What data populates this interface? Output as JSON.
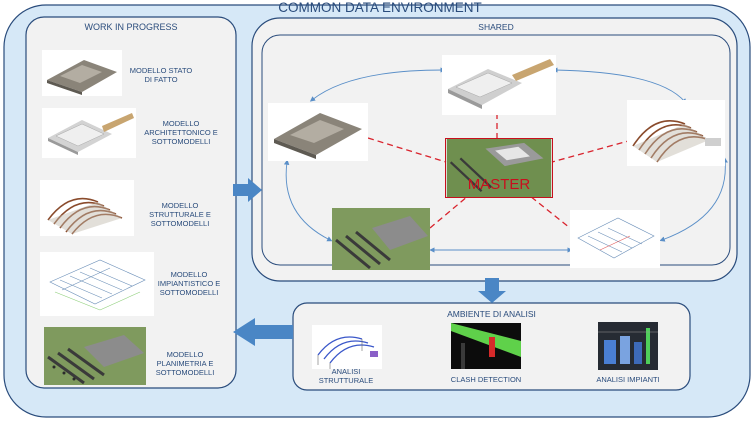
{
  "title": "COMMON DATA ENVIRONMENT",
  "wip": {
    "title": "WORK IN PROGRESS",
    "items": [
      {
        "label": "MODELLO STATO DI FATTO"
      },
      {
        "label": "MODELLO ARCHITETTONICO E SOTTOMODELLI"
      },
      {
        "label": "MODELLO STRUTTURALE E SOTTOMODELLI"
      },
      {
        "label": "MODELLO IMPIANTISTICO E SOTTOMODELLI"
      },
      {
        "label": "MODELLO PLANIMETRIA E SOTTOMODELLI"
      }
    ]
  },
  "shared": {
    "title": "SHARED",
    "master_label": "MASTER"
  },
  "analysis": {
    "title": "AMBIENTE DI ANALISI",
    "items": [
      {
        "label": "ANALISI STRUTTURALE"
      },
      {
        "label": "CLASH DETECTION"
      },
      {
        "label": "ANALISI IMPIANTI"
      }
    ]
  },
  "colors": {
    "outer_fill": "#d6e8f7",
    "panel_fill": "#f2f2f2",
    "border": "#2a4c7c",
    "arrow": "#4a86c5",
    "dash": "#d9232d",
    "master_text": "#c8101e"
  }
}
